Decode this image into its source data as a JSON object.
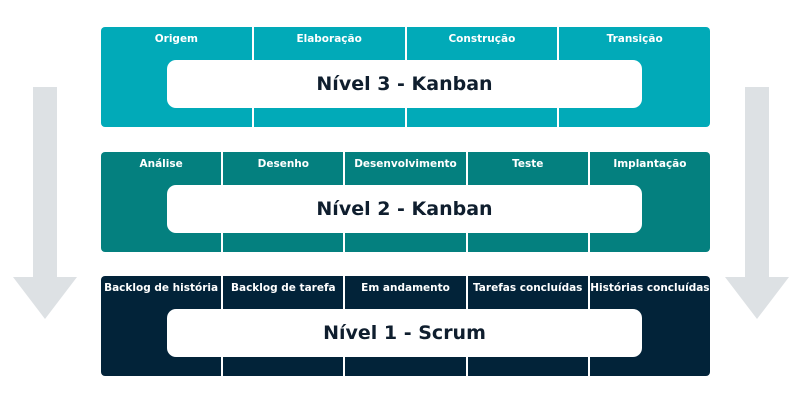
{
  "colors": {
    "level3": "#01aab8",
    "level2": "#04807f",
    "level1": "#022339",
    "arrow": "#dde1e4"
  },
  "levels": {
    "level3": {
      "title": "Nível 3 - Kanban",
      "columns": [
        "Origem",
        "Elaboração",
        "Construção",
        "Transição"
      ]
    },
    "level2": {
      "title": "Nível 2 - Kanban",
      "columns": [
        "Análise",
        "Desenho",
        "Desenvolvimento",
        "Teste",
        "Implantação"
      ]
    },
    "level1": {
      "title": "Nível 1 - Scrum",
      "columns": [
        "Backlog de história",
        "Backlog de tarefa",
        "Em andamento",
        "Tarefas concluídas",
        "Histórias concluídas"
      ]
    }
  }
}
